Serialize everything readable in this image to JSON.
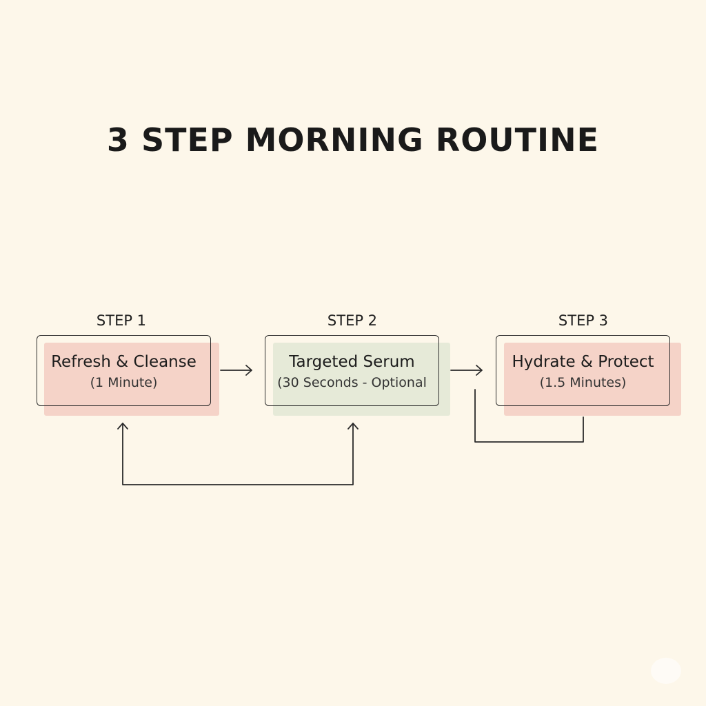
{
  "diagram": {
    "title": "3 STEP MORNING ROUTINE",
    "steps": [
      {
        "label": "STEP 1",
        "name": "Refresh & Cleanse",
        "duration": "(1 Minute)",
        "shade_color": "#f5d3c8"
      },
      {
        "label": "STEP 2",
        "name": "Targeted Serum",
        "duration": "(30 Seconds - Optional",
        "shade_color": "#e6ead8"
      },
      {
        "label": "STEP 3",
        "name": "Hydrate & Protect",
        "duration": "(1.5 Minutes)",
        "shade_color": "#f5d3c8"
      }
    ],
    "colors": {
      "background": "#fdf7ea",
      "line": "#2a2a2a",
      "text": "#1d1d1d"
    }
  }
}
